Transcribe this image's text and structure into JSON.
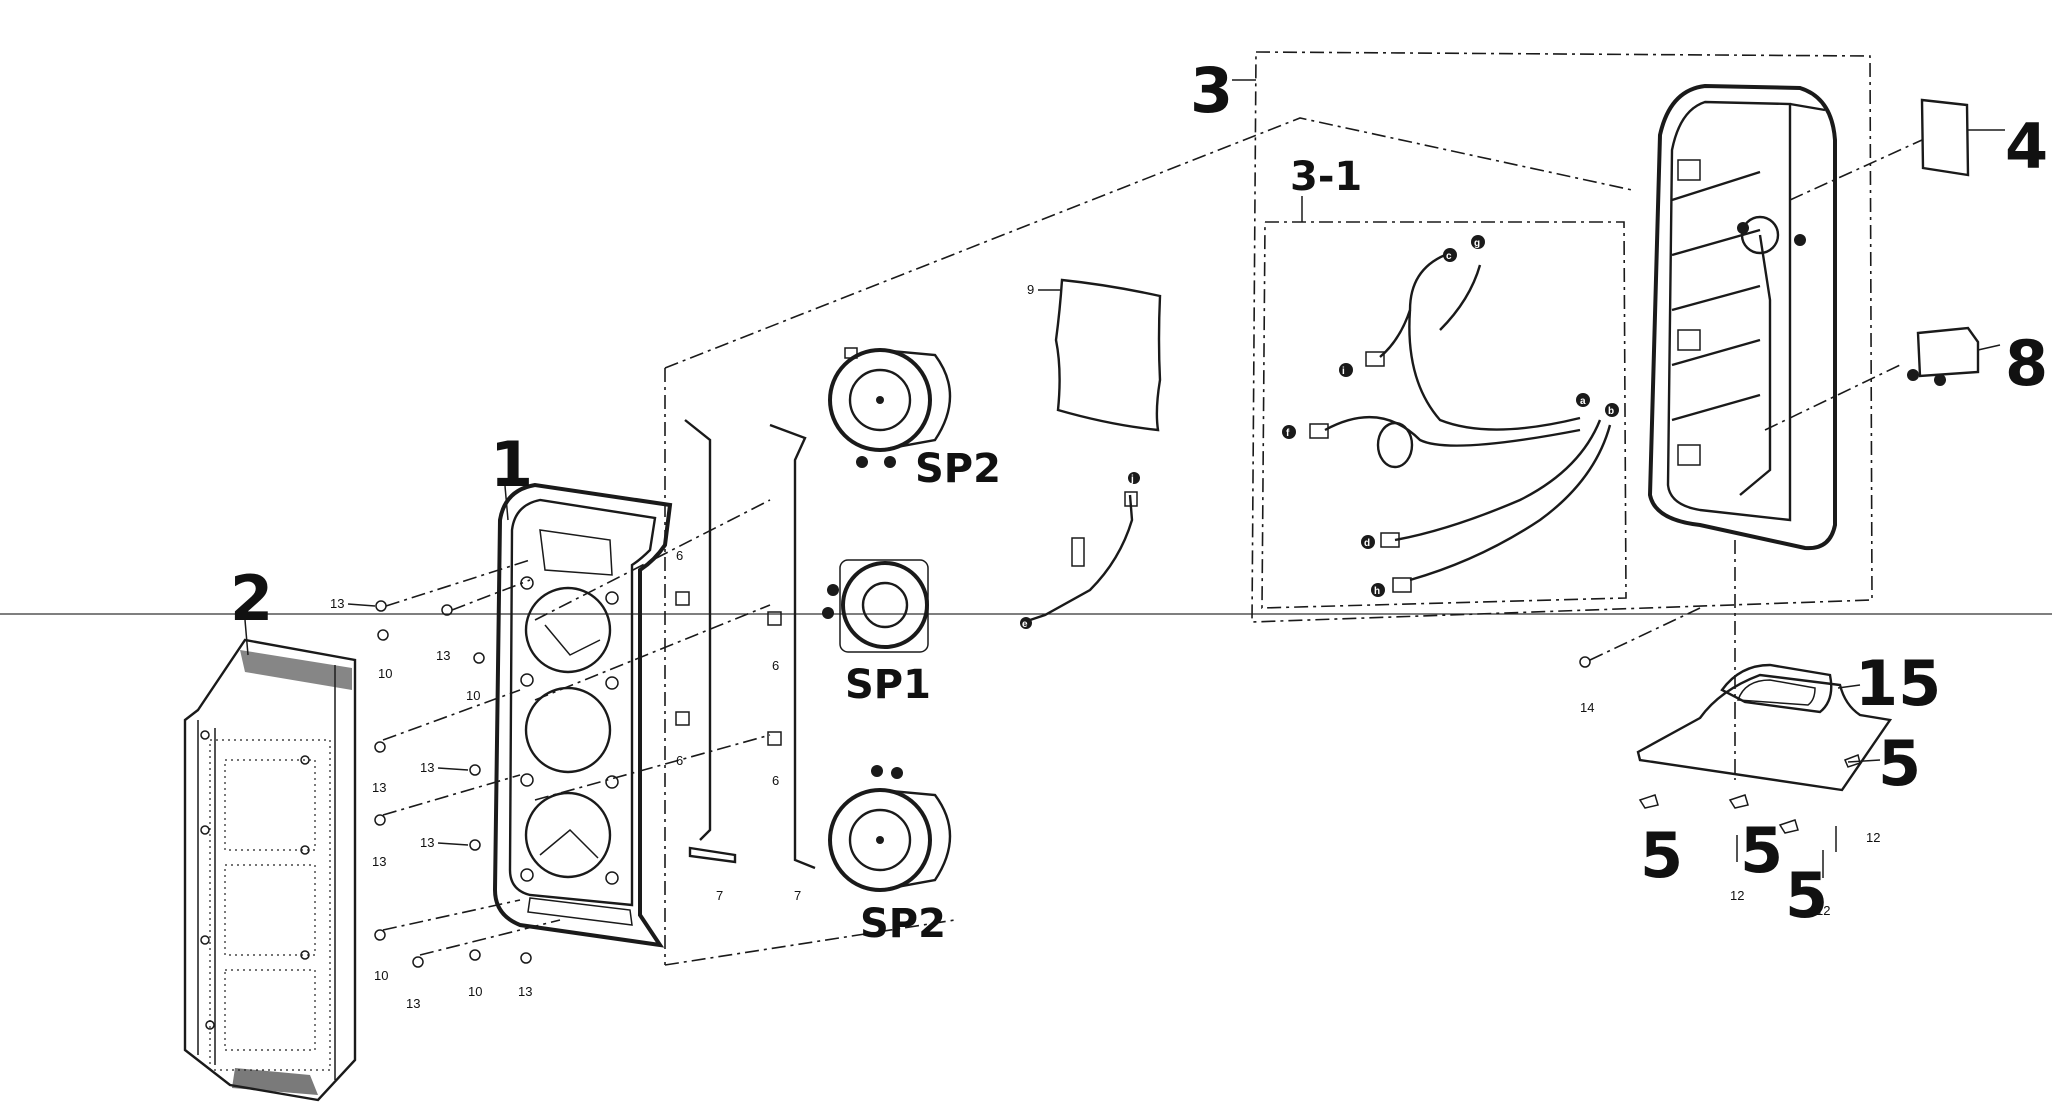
{
  "callouts": {
    "front_cabinet": "1",
    "front_grille": "2",
    "rear_cabinet_assy": "3",
    "wire_harness_assy": "3-1",
    "label_plate": "4",
    "foot_pad_a": "5",
    "foot_pad_b": "5",
    "foot_pad_c": "5",
    "foot_pad_d": "5",
    "terminal_board": "8",
    "base_stand": "15",
    "speaker_top": "SP2",
    "speaker_mid": "SP1",
    "speaker_bottom": "SP2"
  },
  "part_numbers": {
    "screw_13_a": "13",
    "screw_13_b": "13",
    "screw_13_c": "13",
    "screw_13_d": "13",
    "screw_13_e": "13",
    "screw_13_f": "13",
    "screw_13_g": "13",
    "screw_13_h": "13",
    "screw_10_a": "10",
    "screw_10_b": "10",
    "screw_10_c": "10",
    "screw_10_d": "10",
    "cushion_6_a": "6",
    "cushion_6_b": "6",
    "cushion_6_c": "6",
    "cushion_6_d": "6",
    "rail_7_a": "7",
    "rail_7_b": "7",
    "foam_9": "9",
    "screw_14": "14",
    "screw_12_a": "12",
    "screw_12_b": "12",
    "screw_12_c": "12"
  },
  "connector_letters": {
    "a": "a",
    "b": "b",
    "c": "c",
    "d": "d",
    "e": "e",
    "f": "f",
    "g": "g",
    "h": "h",
    "i": "i",
    "j": "j"
  }
}
